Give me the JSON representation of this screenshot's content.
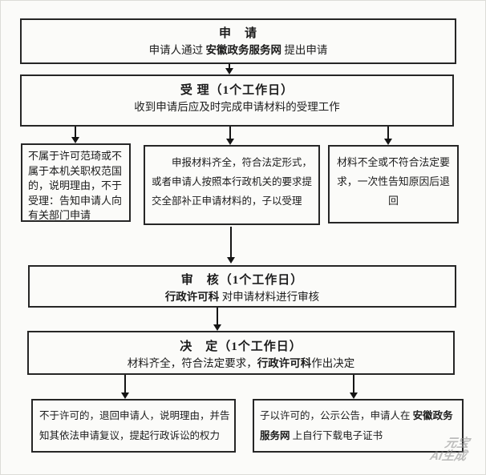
{
  "watermark": {
    "line1": "元宝",
    "line2": "AI生成"
  },
  "flow": {
    "apply": {
      "title": "申　请",
      "desc_prefix": "申请人通过 ",
      "desc_bold": "安徽政务服务网",
      "desc_suffix": " 提出申请"
    },
    "accept": {
      "title": "受 理（1个工作日）",
      "desc": "收到申请后应及时完成申请材料的受理工作"
    },
    "not_accept": {
      "lines": [
        "不属于许可范琦或不",
        "属于本机关职权范国",
        "的，说明理由，不于",
        "受理：告知申请人向",
        "有关部门申请"
      ]
    },
    "accept_ok": {
      "lines": [
        "申报材料齐全，符合法定形式，",
        "或者申请人按照本行政机关的要求提",
        "交全部补正申请材料的，子以受理"
      ]
    },
    "incomplete": {
      "lines": [
        "材料不全或不符合法定要",
        "求，一次性告知原因后退",
        "回"
      ]
    },
    "review": {
      "title": "审　核（1个工作日）",
      "desc_bold": "行政许可科",
      "desc_suffix": " 对申请材料进行审核"
    },
    "decide": {
      "title": "决　定（1个工作日）",
      "desc_prefix": "材料齐全，符合法定要求，",
      "desc_bold": "行政许可科",
      "desc_suffix": "作出决定"
    },
    "deny": {
      "lines": [
        "不于许可的，退回申请人，说明理由，并告",
        "知其依法申请复议，提起行政诉讼的权力"
      ]
    },
    "grant": {
      "line1_prefix": "子以许可的，公示公告，申请人在 ",
      "line1_bold": "安徽政务",
      "line2_bold": "服务网",
      "line2_suffix": " 上自行下载电子证书"
    }
  }
}
